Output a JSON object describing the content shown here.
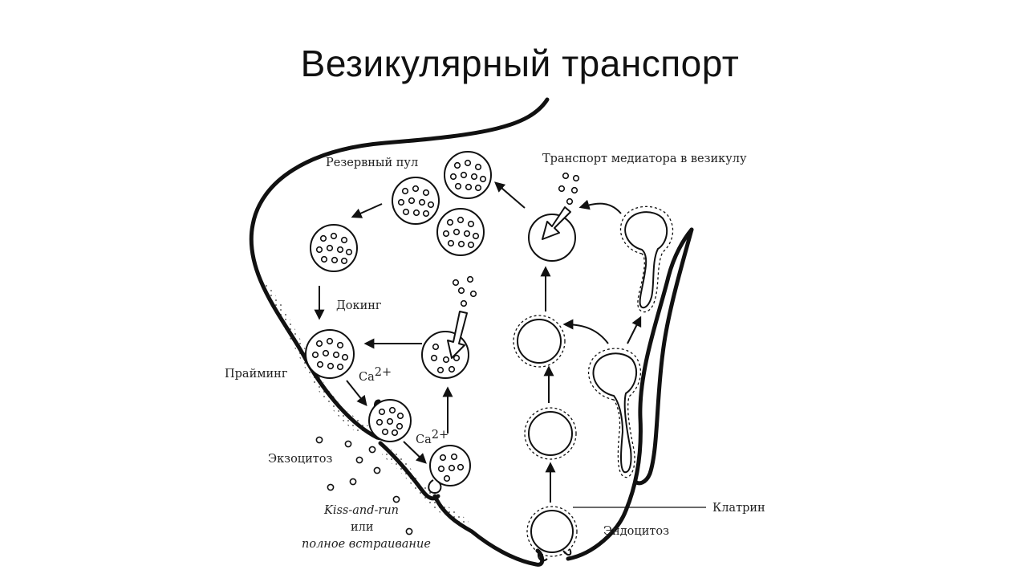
{
  "title": "Везикулярный транспорт",
  "labels": {
    "reserve_pool": "Резервный пул",
    "transmitter_transport": "Транспорт медиатора в везикулу",
    "docking": "Докинг",
    "priming": "Прайминг",
    "ca_ion": "Ca",
    "ca_charge": "2+",
    "exocytosis": "Экзоцитоз",
    "kiss_and_run": "Kiss-and-run",
    "or": "или",
    "full_fusion": "полное встраивание",
    "clathrin": "Клатрин",
    "endocytosis": "Эндоцитоз"
  },
  "colors": {
    "ink": "#111111",
    "text": "#222222",
    "background": "#ffffff"
  }
}
